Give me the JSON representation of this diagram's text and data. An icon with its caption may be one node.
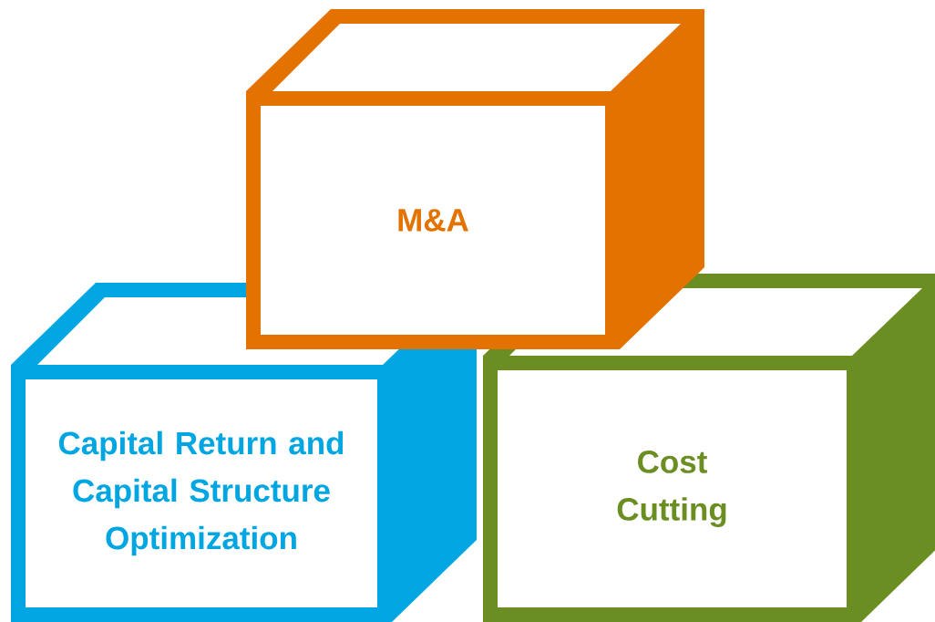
{
  "diagram": {
    "nodes": [
      {
        "text": [
          "Capital Return and Capital Structure Optimization"
        ]
      },
      {
        "text": [
          "Cost Cutting"
        ]
      },
      {
        "text": [
          "M&A"
        ]
      }
    ]
  }
}
